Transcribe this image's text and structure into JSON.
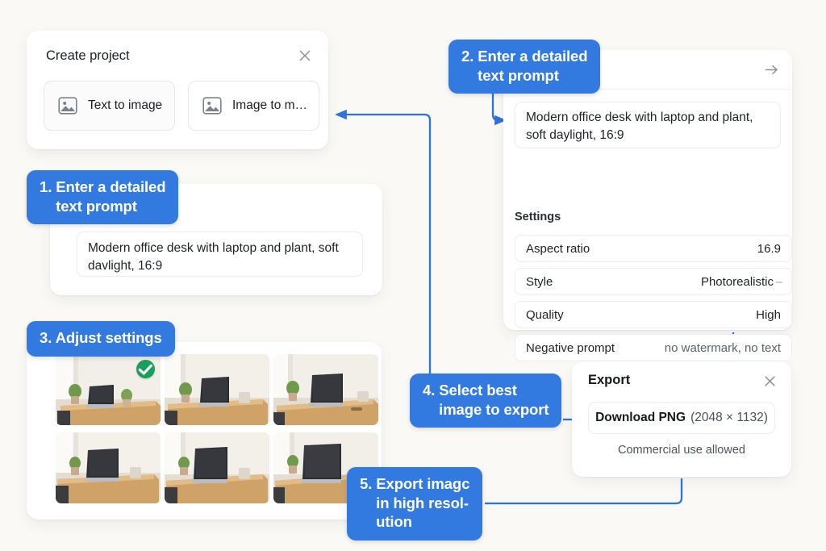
{
  "meta": {
    "accent_blue": "#337ae0",
    "background": "#faf9f6",
    "check_green": "#1a9e5e"
  },
  "create_project": {
    "title": "Create project",
    "close_icon": "close-icon",
    "modes": [
      {
        "label": "Text to image",
        "icon": "image-placeholder-icon",
        "selected": true
      },
      {
        "label": "Image to m…",
        "icon": "image-placeholder-icon",
        "selected": false
      }
    ]
  },
  "left_prompt_card": {
    "prompt_value": "Modern office desk with laptop and plant, soft davlight, 16:9"
  },
  "results": {
    "selected_index": 0,
    "thumbnails": [
      {
        "name": "desk-laptop-plant-1",
        "selected": true
      },
      {
        "name": "desk-laptop-plant-2",
        "selected": false
      },
      {
        "name": "desk-laptop-plant-3",
        "selected": false
      },
      {
        "name": "desk-laptop-plant-4",
        "selected": false
      },
      {
        "name": "desk-laptop-plant-5",
        "selected": false
      },
      {
        "name": "desk-laptop-plant-6",
        "selected": false
      }
    ],
    "check_icon": "check-icon"
  },
  "settings_panel": {
    "header_icon": "arrow-right-icon",
    "prompt_value": "Modern office desk with laptop and plant, soft daylight, 16:9",
    "section_label": "Settings",
    "rows": [
      {
        "key": "Aspect ratio",
        "value": "16.9",
        "muted": false,
        "caret": ""
      },
      {
        "key": "Style",
        "value": "Photorealistic",
        "muted": false,
        "caret": "–"
      },
      {
        "key": "Quality",
        "value": "High",
        "muted": false,
        "caret": ""
      },
      {
        "key": "Negative prompt",
        "value": "no watermark, no text",
        "muted": true,
        "caret": ""
      }
    ]
  },
  "export_panel": {
    "title": "Export",
    "close_icon": "close-icon",
    "download_label": "Download PNG",
    "download_dimensions": "(2048 × 1132)",
    "note": "Commercial use allowed"
  },
  "callouts": [
    {
      "id": 1,
      "text": "1. Enter a detailed\n    text prompt"
    },
    {
      "id": 2,
      "text": "2. Enter a detailed\n    text prompt"
    },
    {
      "id": 3,
      "text": "3. Adjust settings"
    },
    {
      "id": 4,
      "text": "4. Select best\n    image to export"
    },
    {
      "id": 5,
      "text": "5. Export imagc\n    in high resol-\n    ution"
    }
  ]
}
